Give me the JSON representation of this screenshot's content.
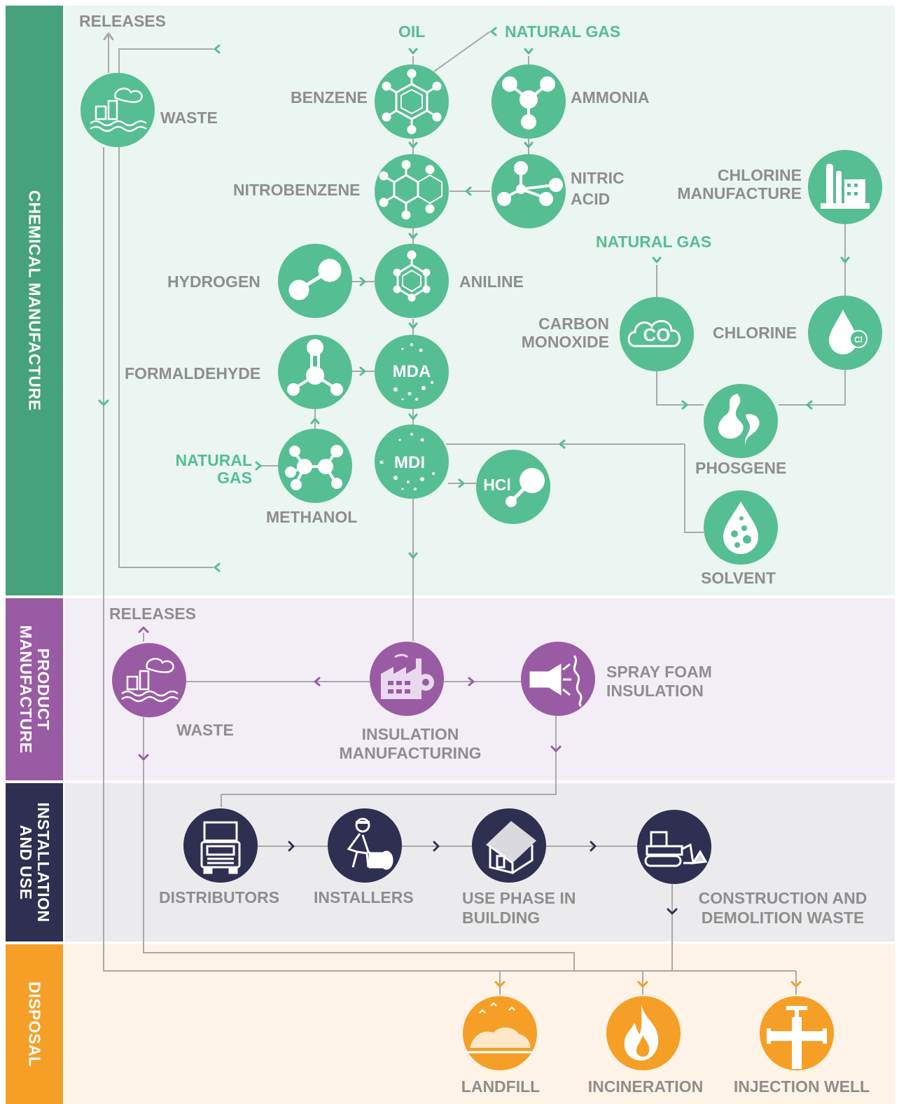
{
  "sections": {
    "chemical": "CHEMICAL MANUFACTURE",
    "product": "PRODUCT MANUFACTURE",
    "installation": "INSTALLATION AND USE",
    "disposal": "DISPOSAL"
  },
  "colors": {
    "chemical": "#55be92",
    "chemical_band": "#46a27c",
    "product": "#9a5ba5",
    "installation": "#2f2f52",
    "disposal": "#f59f26"
  },
  "chemical": {
    "releases": "RELEASES",
    "waste": "WASTE",
    "oil": "OIL",
    "natural_gas_top": "NATURAL GAS",
    "benzene": "BENZENE",
    "ammonia": "AMMONIA",
    "nitrobenzene": "NITROBENZENE",
    "nitric_acid": "NITRIC ACID",
    "chlorine_manufacture": "CHLORINE MANUFACTURE",
    "natural_gas_mid": "NATURAL GAS",
    "hydrogen": "HYDROGEN",
    "aniline": "ANILINE",
    "carbon_monoxide": "CARBON MONOXIDE",
    "co_symbol": "CO",
    "chlorine": "CHLORINE",
    "cl_symbol": "Cl",
    "formaldehyde": "FORMALDEHYDE",
    "mda": "MDA",
    "mdi": "MDI",
    "hcl": "HCl",
    "natural_gas_left": "NATURAL GAS",
    "methanol": "METHANOL",
    "phosgene": "PHOSGENE",
    "solvent": "SOLVENT"
  },
  "product": {
    "releases": "RELEASES",
    "waste": "WASTE",
    "insulation_manufacturing": "INSULATION MANUFACTURING",
    "spray_foam": "SPRAY FOAM INSULATION"
  },
  "installation": {
    "distributors": "DISTRIBUTORS",
    "installers": "INSTALLERS",
    "use_phase": "USE PHASE IN BUILDING",
    "cd_waste": "CONSTRUCTION AND DEMOLITION WASTE"
  },
  "disposal": {
    "landfill": "LANDFILL",
    "incineration": "INCINERATION",
    "injection_well": "INJECTION WELL"
  }
}
